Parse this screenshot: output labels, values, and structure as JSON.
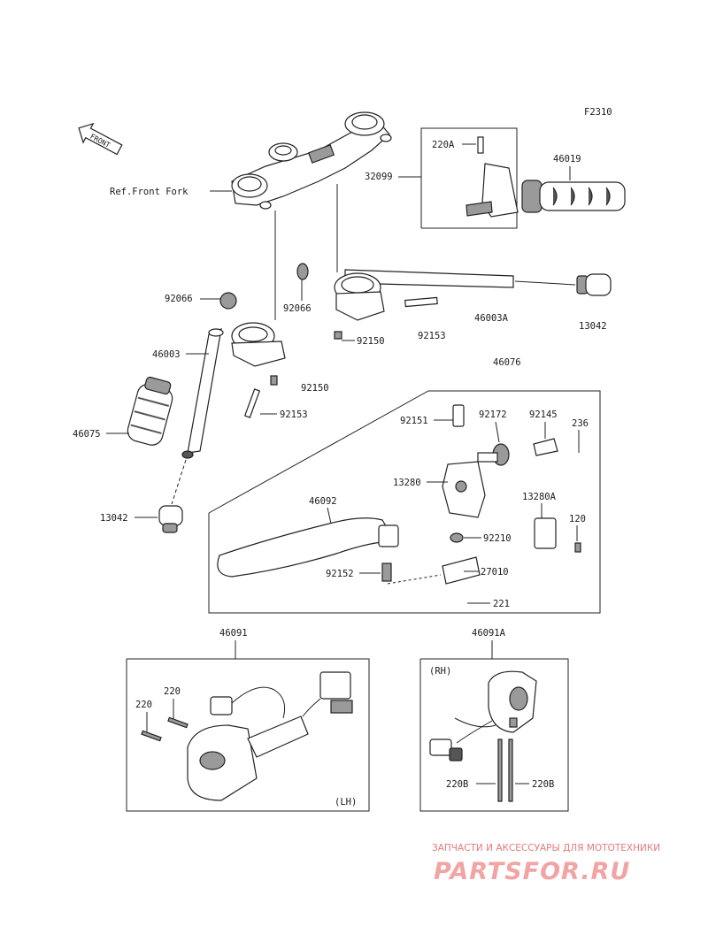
{
  "figure_code": "F2310",
  "front_marker": "FRONT",
  "ref_label": "Ref.Front Fork",
  "labels": {
    "p46019": "46019",
    "p32099": "32099",
    "p220A": "220A",
    "p92066a": "92066",
    "p92066b": "92066",
    "p46003A": "46003A",
    "p13042a": "13042",
    "p92150a": "92150",
    "p92153a": "92153",
    "p46076": "46076",
    "p46003": "46003",
    "p92150b": "92150",
    "p46075": "46075",
    "p92153b": "92153",
    "p92151": "92151",
    "p92172": "92172",
    "p92145": "92145",
    "p236": "236",
    "p13280": "13280",
    "p46092": "46092",
    "p13280A": "13280A",
    "p120": "120",
    "p13042b": "13042",
    "p92210": "92210",
    "p92152": "92152",
    "p27010": "27010",
    "p221": "221",
    "p46091": "46091",
    "p220a": "220",
    "p220b": "220",
    "pLH": "(LH)",
    "p46091A": "46091A",
    "pRH": "(RH)",
    "p220B1": "220B",
    "p220B2": "220B"
  },
  "watermark": {
    "top_text": "ЗАПЧАСТИ И АКСЕССУАРЫ ДЛЯ МОТОТЕХНИКИ",
    "logo_text": "PARTSFOR.RU"
  }
}
